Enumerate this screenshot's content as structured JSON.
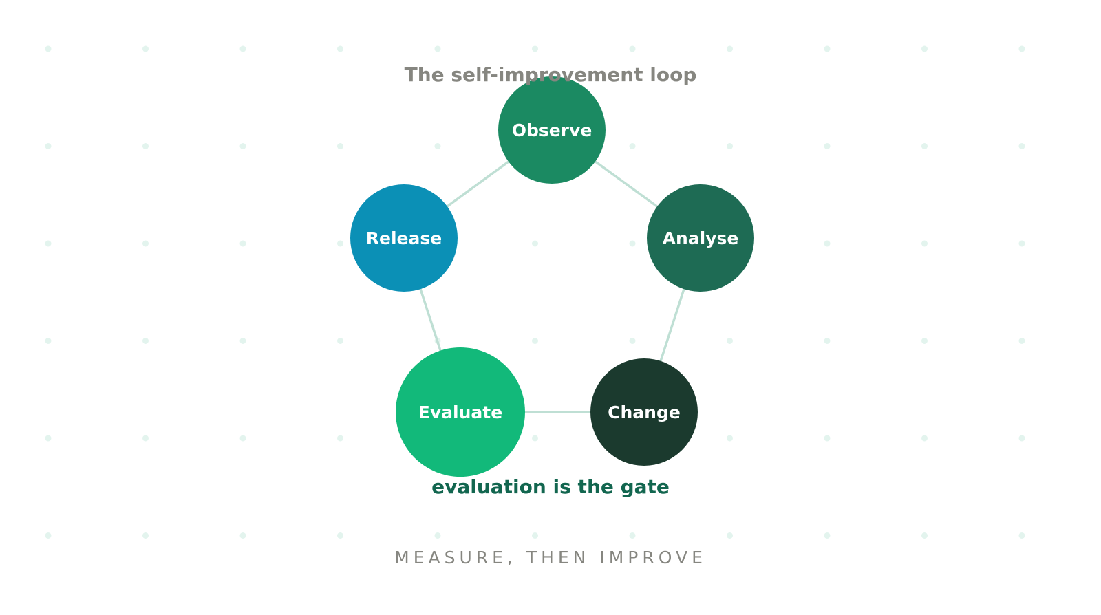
{
  "title": "The self-improvement loop",
  "nodes": [
    {
      "label": "Observe",
      "color": "#1b8a62"
    },
    {
      "label": "Analyse",
      "color": "#1e6b54"
    },
    {
      "label": "Change",
      "color": "#1b3a2e"
    },
    {
      "label": "Evaluate",
      "color": "#12b97a"
    },
    {
      "label": "Release",
      "color": "#0b90b6"
    }
  ],
  "gate_label": "evaluation is the gate",
  "tagline": "MEASURE, THEN IMPROVE",
  "colors": {
    "title": "#868680",
    "gate_label": "#12664f",
    "tagline": "#868680",
    "connector": "#bfdfd4",
    "dot": "#e3f4ee"
  }
}
